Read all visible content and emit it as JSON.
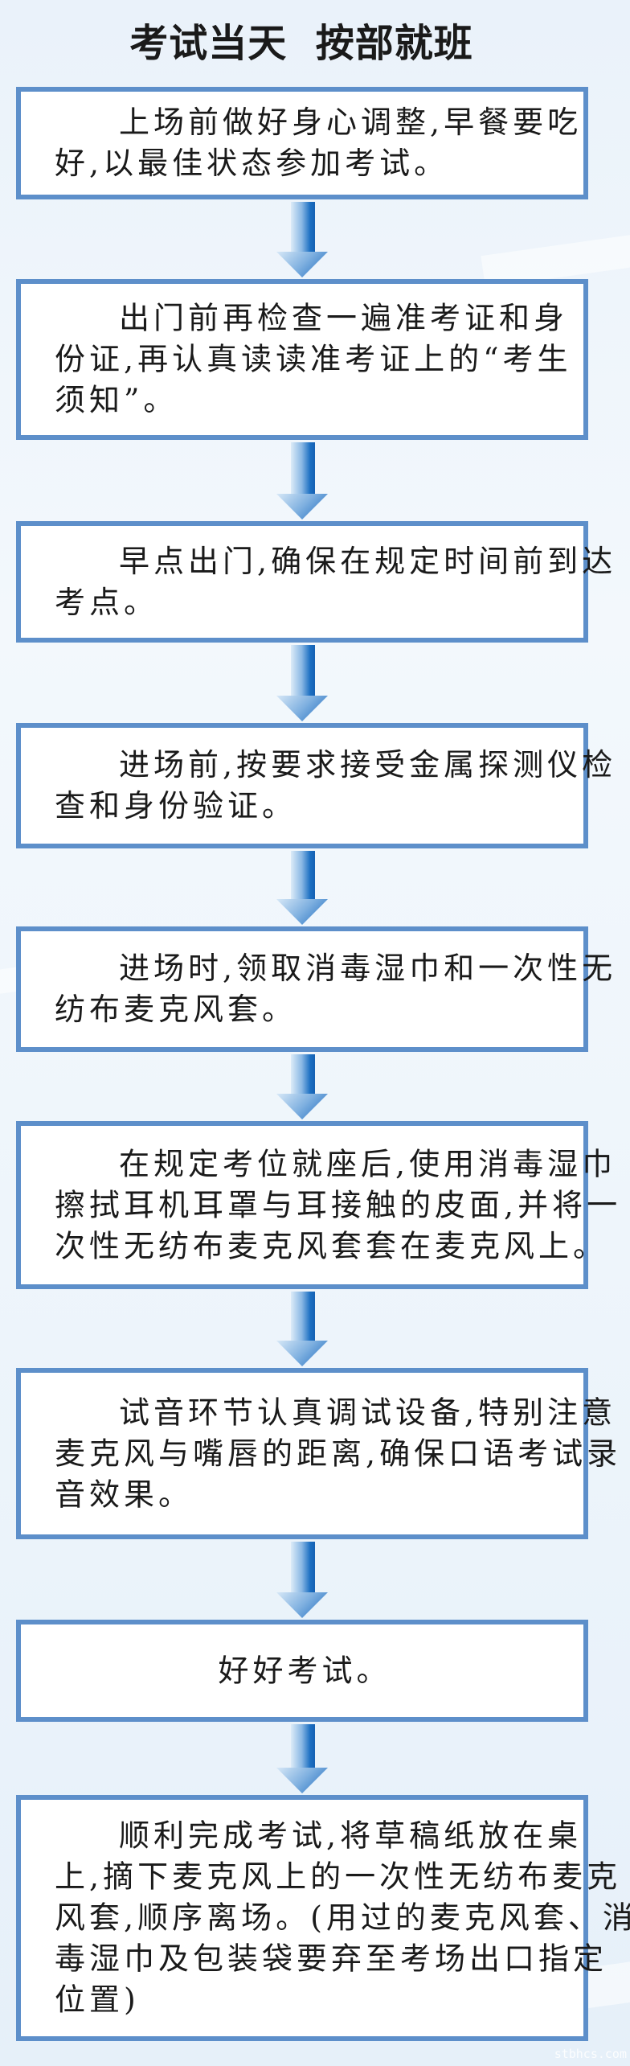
{
  "title": "考试当天  按部就班",
  "steps": [
    {
      "lines": [
        "上场前做好身心调整,早餐要吃",
        "好,以最佳状态参加考试。"
      ]
    },
    {
      "lines": [
        "出门前再检查一遍准考证和身",
        "份证,再认真读读准考证上的“考生",
        "须知”。"
      ]
    },
    {
      "lines": [
        "早点出门,确保在规定时间前到达",
        "考点。"
      ]
    },
    {
      "lines": [
        "进场前,按要求接受金属探测仪检",
        "查和身份验证。"
      ]
    },
    {
      "lines": [
        "进场时,领取消毒湿巾和一次性无",
        "纺布麦克风套。"
      ]
    },
    {
      "lines": [
        "在规定考位就座后,使用消毒湿巾",
        "擦拭耳机耳罩与耳接触的皮面,并将一",
        "次性无纺布麦克风套套在麦克风上。"
      ]
    },
    {
      "lines": [
        "试音环节认真调试设备,特别注意",
        "麦克风与嘴唇的距离,确保口语考试录",
        "音效果。"
      ]
    },
    {
      "lines": [
        "好好考试。"
      ]
    },
    {
      "lines": [
        "顺利完成考试,将草稿纸放在桌",
        "上,摘下麦克风上的一次性无纺布麦克",
        "风套,顺序离场。(用过的麦克风套、消",
        "毒湿巾及包装袋要弃至考场出口指定",
        "位置)"
      ]
    }
  ],
  "watermark": "stbhcs.com",
  "colors": {
    "border": "#5d8fca",
    "arrow_dark": "#1c6fc2",
    "background": "#eaf2fa"
  }
}
